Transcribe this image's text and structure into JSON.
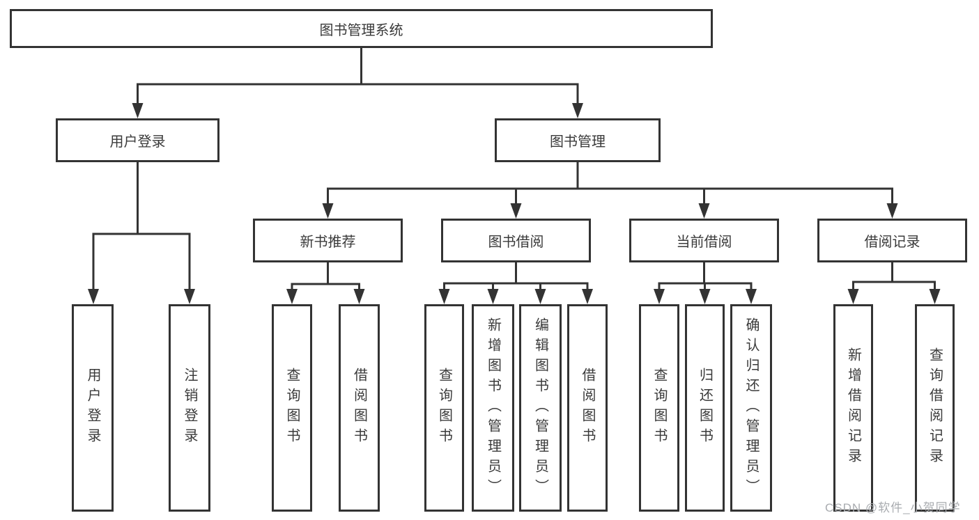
{
  "diagram": {
    "root": {
      "label": "图书管理系统"
    },
    "branches": [
      {
        "label": "用户登录",
        "children": [
          {
            "label": "用户登录"
          },
          {
            "label": "注销登录"
          }
        ]
      },
      {
        "label": "图书管理",
        "groups": [
          {
            "label": "新书推荐",
            "children": [
              {
                "label": "查询图书"
              },
              {
                "label": "借阅图书"
              }
            ]
          },
          {
            "label": "图书借阅",
            "children": [
              {
                "label": "查询图书"
              },
              {
                "label": "新增图书（管理员）"
              },
              {
                "label": "编辑图书（管理员）"
              },
              {
                "label": "借阅图书"
              }
            ]
          },
          {
            "label": "当前借阅",
            "children": [
              {
                "label": "查询图书"
              },
              {
                "label": "归还图书"
              },
              {
                "label": "确认归还（管理员）"
              }
            ]
          },
          {
            "label": "借阅记录",
            "children": [
              {
                "label": "新增借阅记录"
              },
              {
                "label": "查询借阅记录"
              }
            ]
          }
        ]
      }
    ]
  },
  "watermark": {
    "text": "CSDN @软件_小贺同学"
  },
  "colors": {
    "line": "#333333",
    "box_border": "#333333",
    "box_fill": "#ffffff",
    "text": "#3a3a3a",
    "watermark": "#a9acb0",
    "background": "#ffffff"
  }
}
